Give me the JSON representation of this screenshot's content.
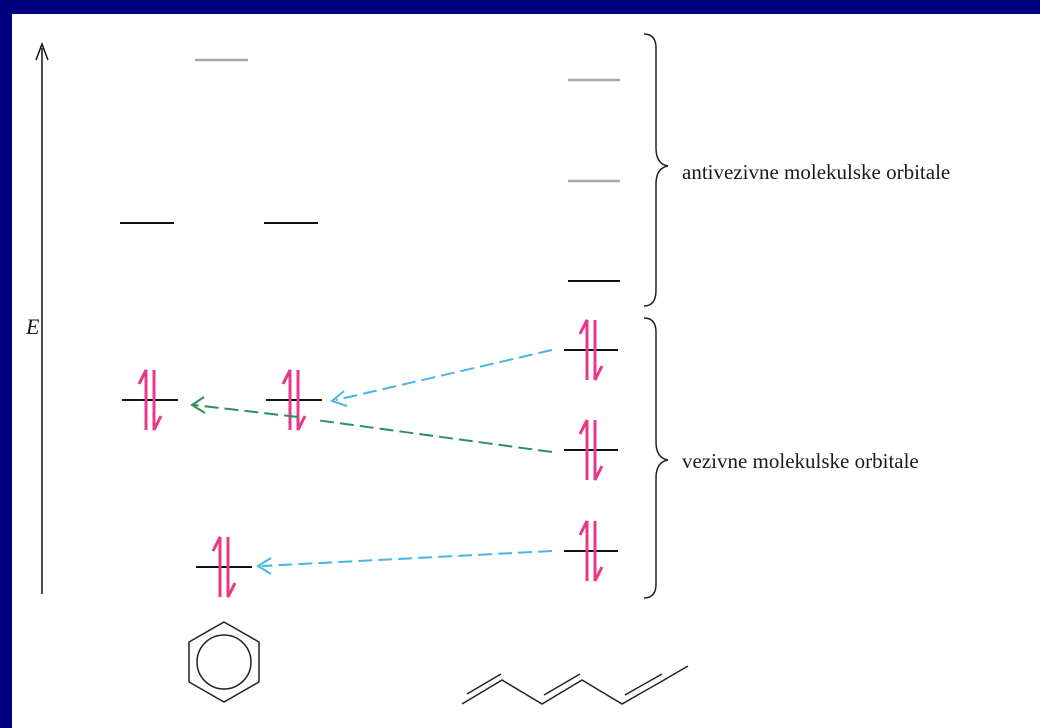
{
  "labels": {
    "energy_axis": "E",
    "antibonding": "antivezivne molekulske orbitale",
    "bonding": "vezivne molekulske orbitale"
  },
  "colors": {
    "background": "#000080",
    "panel": "#ffffff",
    "electron_arrows": "#e8388a",
    "occupied_level": "#111111",
    "empty_level_dark": "#111111",
    "empty_level_grey": "#a8a8a8",
    "dashed_blue": "#4ab4e6",
    "dashed_green": "#2f8f5a"
  },
  "orbitals": {
    "benzene": [
      {
        "id": "benzene-bonding-1",
        "occupancy": 2,
        "degenerate_group": "lowest"
      },
      {
        "id": "benzene-bonding-2a",
        "occupancy": 2,
        "degenerate_group": "homo"
      },
      {
        "id": "benzene-bonding-2b",
        "occupancy": 2,
        "degenerate_group": "homo"
      },
      {
        "id": "benzene-antibonding-1a",
        "occupancy": 0,
        "degenerate_group": "lumo"
      },
      {
        "id": "benzene-antibonding-1b",
        "occupancy": 0,
        "degenerate_group": "lumo"
      },
      {
        "id": "benzene-antibonding-2",
        "occupancy": 0,
        "degenerate_group": "highest"
      }
    ],
    "hexatriene": [
      {
        "id": "hexatriene-psi1",
        "occupancy": 2
      },
      {
        "id": "hexatriene-psi2",
        "occupancy": 2
      },
      {
        "id": "hexatriene-psi3",
        "occupancy": 2
      },
      {
        "id": "hexatriene-psi4",
        "occupancy": 0
      },
      {
        "id": "hexatriene-psi5",
        "occupancy": 0
      },
      {
        "id": "hexatriene-psi6",
        "occupancy": 0
      }
    ]
  },
  "correlations": [
    {
      "from": "hexatriene-psi1",
      "to": "benzene-bonding-1",
      "color": "dashed_blue"
    },
    {
      "from": "hexatriene-psi3",
      "to": "benzene-bonding-2b",
      "color": "dashed_blue"
    },
    {
      "from": "hexatriene-psi2",
      "to": "benzene-bonding-2a",
      "color": "dashed_green"
    }
  ],
  "molecules": [
    {
      "id": "benzene",
      "structure": "benzene-ring"
    },
    {
      "id": "hexatriene",
      "structure": "hexatriene-chain"
    }
  ]
}
